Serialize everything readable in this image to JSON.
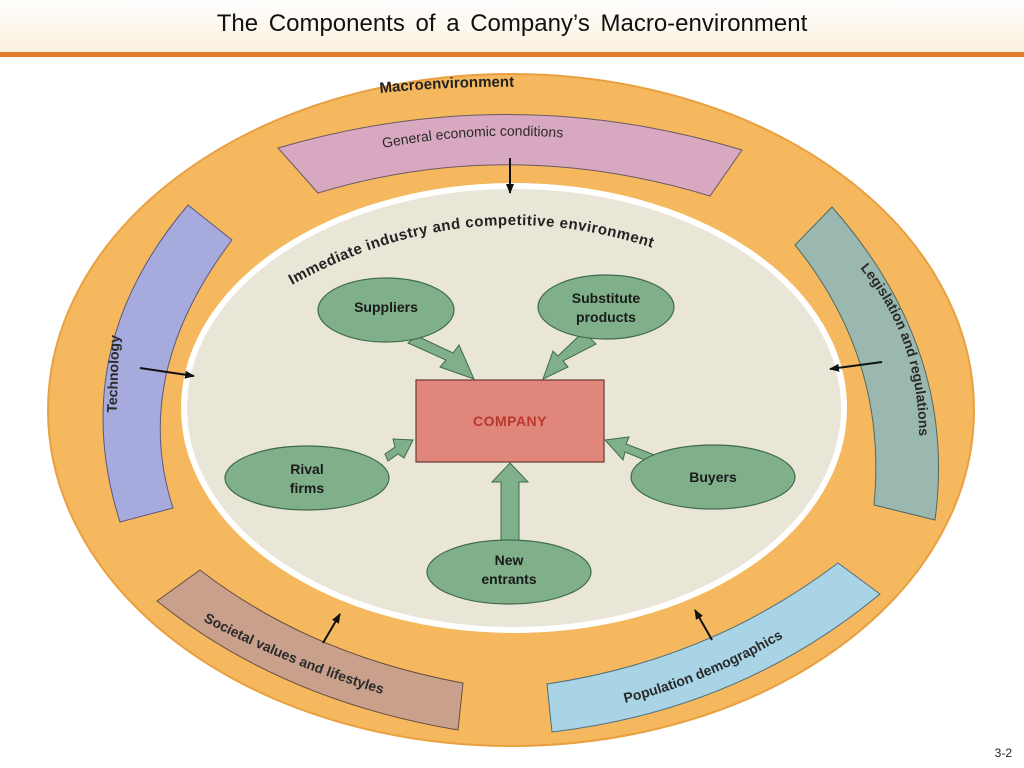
{
  "slide": {
    "title": "The  Components  of  a  Company’s  Macro-environment",
    "page_number": "3-2"
  },
  "diagram": {
    "outer_ring_label": "Macroenvironment",
    "inner_ring_label": "Immediate industry and competitive environment",
    "macro_factors": {
      "economic": "General economic conditions",
      "technology": "Technology",
      "legislation": "Legislation and regulations",
      "societal": "Societal values and lifestyles",
      "demographics": "Population demographics"
    },
    "company": "COMPANY",
    "forces": {
      "suppliers": "Suppliers",
      "substitutes_line1": "Substitute",
      "substitutes_line2": "products",
      "rivals_line1": "Rival",
      "rivals_line2": "firms",
      "buyers": "Buyers",
      "entrants_line1": "New",
      "entrants_line2": "entrants"
    }
  },
  "colors": {
    "outer_ring": "#f5b85e",
    "inner_field": "#e9e6d8",
    "inner_border": "#ffffff",
    "economic_band": "#d8a8c0",
    "technology_band": "#a6aadc",
    "legislation_band": "#9bb8b0",
    "societal_band": "#c8a08c",
    "demographics_band": "#a9d4e6",
    "force_ellipse": "#7fb08a",
    "company_box": "#e0867a",
    "company_text": "#b8382e",
    "arrow_fill": "#7fb08a"
  }
}
